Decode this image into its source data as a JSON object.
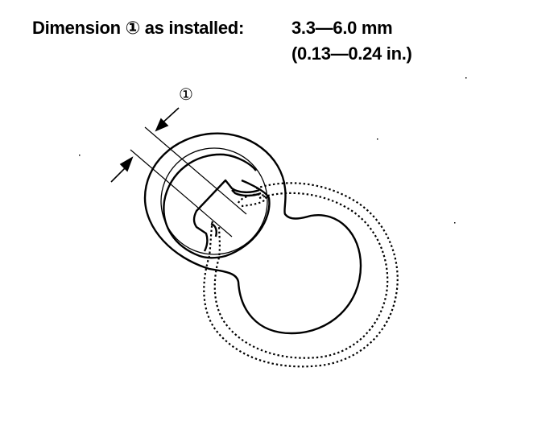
{
  "header": {
    "label": "Dimension ① as installed:",
    "value_mm": "3.3—6.0 mm",
    "value_in": "(0.13—0.24 in.)"
  },
  "diagram": {
    "callout_symbol": "①"
  },
  "colors": {
    "ink": "#000000",
    "background": "#ffffff"
  }
}
